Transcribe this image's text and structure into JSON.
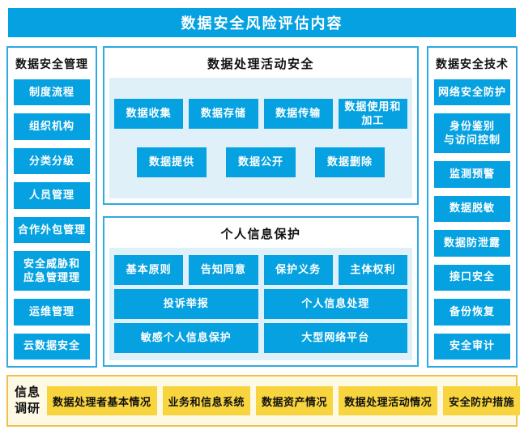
{
  "title": "数据安全风险评估内容",
  "colors": {
    "blue": "#05a1e0",
    "panel-border": "#2fa9e2",
    "light-blue": "#dff0f9",
    "yellow": "#f8d53f",
    "cream": "#fdf9e4",
    "gold": "#efc14a",
    "ink": "#111111"
  },
  "left": {
    "title": "数据安全管理",
    "items": [
      "制度流程",
      "组织机构",
      "分类分级",
      "人员管理",
      "合作外包管理",
      "安全威胁和\n应急管理理",
      "运维管理",
      "云数据安全"
    ]
  },
  "center_top": {
    "title": "数据处理活动安全",
    "row1": [
      "数据收集",
      "数据存储",
      "数据传输",
      "数据使用和加工"
    ],
    "row2": [
      "数据提供",
      "数据公开",
      "数据删除"
    ]
  },
  "center_bottom": {
    "title": "个人信息保护",
    "row1": [
      "基本原则",
      "告知同意",
      "保护义务",
      "主体权利"
    ],
    "row2": [
      "投诉举报",
      "个人信息处理"
    ],
    "row3": [
      "敏感个人信息保护",
      "大型网络平台"
    ]
  },
  "right": {
    "title": "数据安全技术",
    "items": [
      "网络安全防护",
      "身份鉴别\n与访问控制",
      "监测预警",
      "数据脱敏",
      "数据防泄露",
      "接口安全",
      "备份恢复",
      "安全审计"
    ]
  },
  "survey": {
    "label": "信息\n调研",
    "items": [
      "数据处理者基本情况",
      "业务和信息系统",
      "数据资产情况",
      "数据处理活动情况",
      "安全防护措施"
    ]
  }
}
